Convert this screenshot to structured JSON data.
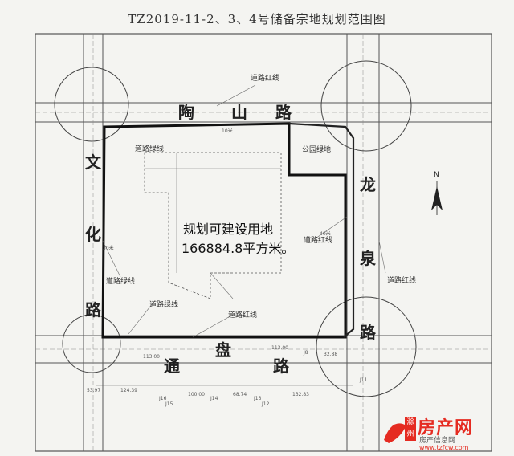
{
  "title": "TZ2019-11-2、3、4号储备宗地规划范围图",
  "roads": {
    "taoshan": [
      "陶",
      "山",
      "路"
    ],
    "wenhua": [
      "文",
      "化",
      "路"
    ],
    "longquan": [
      "龙",
      "泉",
      "路"
    ],
    "tongpan": [
      "通",
      "盘",
      "路"
    ]
  },
  "site": {
    "area_label": "规划可建设用地",
    "area_value": "166884.8平方米。"
  },
  "annotations": {
    "road_red_line": "道路红线",
    "road_green_line": "道路绿线",
    "park_green": "公园绿地",
    "width_30m": "30米",
    "width_10m": "10米",
    "width_40m": "40米"
  },
  "dimensions": {
    "d1": "113.00",
    "d2": "113.00",
    "d3": "32.88",
    "d4": "124.39",
    "d5": "100.00",
    "d6": "68.74",
    "d7": "132.83",
    "d8": "53.97"
  },
  "points": {
    "j1": "J16",
    "j2": "J15",
    "j3": "J14",
    "j4": "J13",
    "j5": "J12",
    "j6": "J11",
    "j7": "J8"
  },
  "compass": {
    "north": "N"
  },
  "watermark": {
    "brand": "房产网",
    "badge": "滁州",
    "sub": "房产信息网",
    "url": "www.tzfcw.com"
  },
  "colors": {
    "boundary": "#111111",
    "lines": "#555555",
    "brand_red": "#e52b21"
  }
}
